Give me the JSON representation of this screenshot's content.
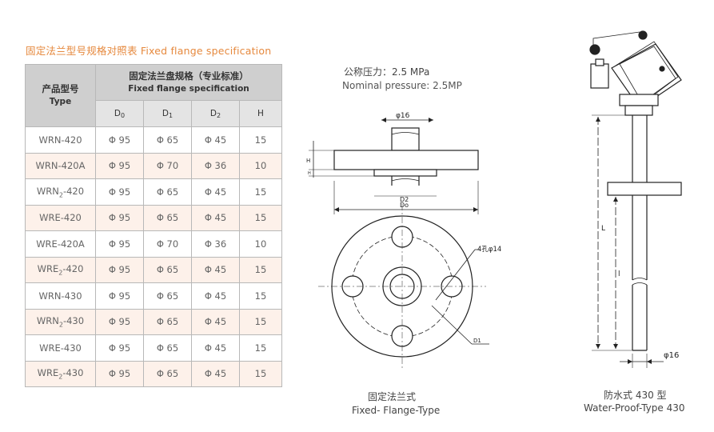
{
  "title": "固定法兰型号规格对照表 Fixed flange specification",
  "table": {
    "type_header_cn": "产品型号",
    "type_header_en": "Type",
    "group_header_cn": "固定法兰盘规格（专业标准）",
    "group_header_en": "Fixed flange specification",
    "col_headers": [
      "D0",
      "D1",
      "D2",
      "H"
    ],
    "rows": [
      {
        "type": "WRN-420",
        "d0": "Φ 95",
        "d1": "Φ 65",
        "d2": "Φ 45",
        "h": "15"
      },
      {
        "type": "WRN-420A",
        "d0": "Φ 95",
        "d1": "Φ 70",
        "d2": "Φ 36",
        "h": "10"
      },
      {
        "type": "WRN2-420",
        "d0": "Φ 95",
        "d1": "Φ 65",
        "d2": "Φ 45",
        "h": "15"
      },
      {
        "type": "WRE-420",
        "d0": "Φ 95",
        "d1": "Φ 65",
        "d2": "Φ 45",
        "h": "15"
      },
      {
        "type": "WRE-420A",
        "d0": "Φ 95",
        "d1": "Φ 70",
        "d2": "Φ 36",
        "h": "10"
      },
      {
        "type": "WRE2-420",
        "d0": "Φ 95",
        "d1": "Φ 65",
        "d2": "Φ 45",
        "h": "15"
      },
      {
        "type": "WRN-430",
        "d0": "Φ 95",
        "d1": "Φ 65",
        "d2": "Φ 45",
        "h": "15"
      },
      {
        "type": "WRN2-430",
        "d0": "Φ 95",
        "d1": "Φ 65",
        "d2": "Φ 45",
        "h": "15"
      },
      {
        "type": "WRE-430",
        "d0": "Φ 95",
        "d1": "Φ 65",
        "d2": "Φ 45",
        "h": "15"
      },
      {
        "type": "WRE2-430",
        "d0": "Φ 95",
        "d1": "Φ 65",
        "d2": "Φ 45",
        "h": "15"
      }
    ]
  },
  "pressure": {
    "cn": "公称压力：2.5 MPa",
    "en": "Nominal pressure: 2.5MP"
  },
  "flange_drawing": {
    "label_phi16": "φ16",
    "label_h": "H",
    "label_d2": "D2",
    "label_do": "Do",
    "label_holes": "4孔φ14",
    "label_d1": "D1",
    "caption_cn": "固定法兰式",
    "caption_en": "Fixed- Flange-Type"
  },
  "probe_drawing": {
    "label_L": "L",
    "label_l": "l",
    "label_phi16": "φ16",
    "caption_cn": "防水式 430 型",
    "caption_en": "Water-Proof-Type 430"
  },
  "colors": {
    "title": "#e6893e",
    "header_bg": "#cfcfcf",
    "subheader_bg": "#e4e4e4",
    "alt_row": "#fdf1ea"
  }
}
